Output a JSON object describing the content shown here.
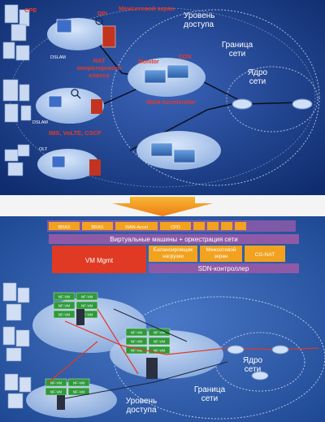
{
  "top": {
    "labels": {
      "cpe": "CPE",
      "dpi": "DPI",
      "firewall": "Межсетевой экран",
      "access_level": "Уровень доступа",
      "dslam_1": "DSLAM",
      "nat": "NAT операторского класса",
      "monitor": "Monitor",
      "cdn": "CDN",
      "network_edge": "Граница сети",
      "core": "Ядро сети",
      "wan_accel": "WAN Accelerator",
      "dslam_2": "DSLAM",
      "ims": "IMS, VoLTE, CSCF",
      "olt": "OLT"
    }
  },
  "bottom": {
    "top_bar": [
      "BRAS",
      "BRAS",
      "WAN-Accel",
      "CPD",
      "",
      "",
      "",
      ""
    ],
    "vm_bar": "Виртуальные машины + оркестрация сети",
    "vm_mgmt": "VM Mgmt",
    "load_balancer": "Балансировщик нагрузки",
    "firewall": "Межсетевой экран",
    "cg_nat": "CG-NAT",
    "sdn_controller": "SDN-контроллер",
    "vm_label": "NF-VM",
    "core": "Ядро сети",
    "edge": "Граница сети",
    "access": "Уровень доступа"
  },
  "colors": {
    "top_bg": "#1b3f8c",
    "bottom_bg": "#2c5aa8",
    "purple": "#8e5aa8",
    "orange": "#f2a21f",
    "red": "#e03a24",
    "vm_green": "#2f9a3a",
    "label_red": "#e53a26"
  }
}
